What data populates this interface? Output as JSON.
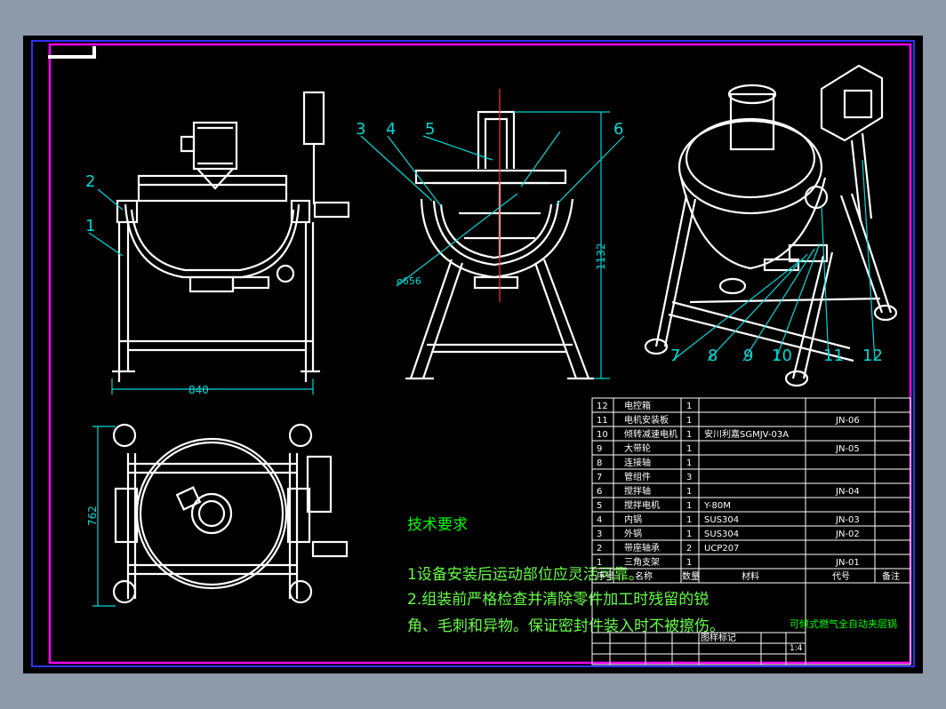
{
  "colors": {
    "background": "#000000",
    "line": "#ffffff",
    "frame_blue": "#3030ff",
    "frame_magenta": "#ff00ff",
    "dim_cyan": "#00d8d8",
    "text_green": "#00ff00",
    "note_green": "#66ff44",
    "center_red": "#ff3030"
  },
  "callouts": {
    "front": [
      "2",
      "1"
    ],
    "section": [
      "3",
      "4",
      "5",
      "6"
    ],
    "iso": [
      "7",
      "8",
      "9",
      "10",
      "11",
      "12"
    ]
  },
  "dimensions": {
    "width": "840",
    "height": "1132",
    "diameter": "ø656",
    "depth": "762"
  },
  "notes": {
    "title": "技术要求",
    "line1": "1设备安装后运动部位应灵活可靠。",
    "line2": "2.组装前严格检查并清除零件加工时残留的锐",
    "line3": "角、毛刺和异物。保证密封件装入时不被擦伤。"
  },
  "bom": {
    "rows": [
      {
        "no": "12",
        "name": "电控箱",
        "qty": "1",
        "material": "",
        "code": ""
      },
      {
        "no": "11",
        "name": "电机安装板",
        "qty": "1",
        "material": "",
        "code": "JN-06"
      },
      {
        "no": "10",
        "name": "倾转减速电机",
        "qty": "1",
        "material": "安川利嘉SGMJV-03A",
        "code": ""
      },
      {
        "no": "9",
        "name": "大带轮",
        "qty": "1",
        "material": "",
        "code": "JN-05"
      },
      {
        "no": "8",
        "name": "连接轴",
        "qty": "1",
        "material": "",
        "code": ""
      },
      {
        "no": "7",
        "name": "管组件",
        "qty": "3",
        "material": "",
        "code": ""
      },
      {
        "no": "6",
        "name": "搅拌轴",
        "qty": "1",
        "material": "",
        "code": "JN-04"
      },
      {
        "no": "5",
        "name": "搅拌电机",
        "qty": "1",
        "material": "Y-80M",
        "code": ""
      },
      {
        "no": "4",
        "name": "内锅",
        "qty": "1",
        "material": "SUS304",
        "code": "JN-03"
      },
      {
        "no": "3",
        "name": "外锅",
        "qty": "1",
        "material": "SUS304",
        "code": "JN-02"
      },
      {
        "no": "2",
        "name": "带座轴承",
        "qty": "2",
        "material": "UCP207",
        "code": ""
      },
      {
        "no": "1",
        "name": "三角支架",
        "qty": "1",
        "material": "",
        "code": "JN-01"
      }
    ],
    "header": {
      "no": "序号",
      "name": "名称",
      "qty": "数量",
      "material": "材料",
      "code": "代号",
      "note": "备注"
    }
  },
  "title_block": {
    "drawing_title": "可倾式燃气全自动夹层锅",
    "label": "图样标记",
    "scale": "1:4"
  }
}
